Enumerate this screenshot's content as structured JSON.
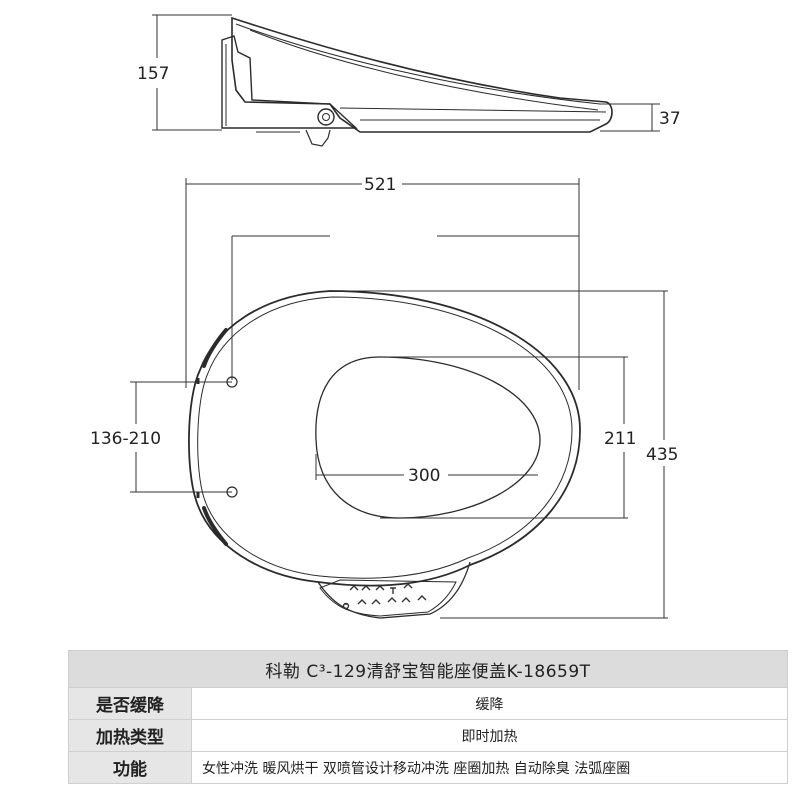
{
  "dimensions": {
    "side_height": "157",
    "front_height": "37",
    "overall_length": "521",
    "hinge_spacing": "136-210",
    "opening_length": "300",
    "opening_width": "211",
    "overall_width": "435"
  },
  "panel": {
    "icons": [
      "toilet-seat-outline",
      "remote-button-glyphs"
    ],
    "colors": {
      "outline": "#2b2b2b",
      "panel_fill": "#efefef"
    }
  },
  "spec": {
    "title": "科勒 C³-129清舒宝智能座便盖K-18659T",
    "rows": [
      {
        "label": "是否缓降",
        "value": "缓降"
      },
      {
        "label": "加热类型",
        "value": "即时加热"
      },
      {
        "label": "功能",
        "value": "女性冲洗 暖风烘干 双喷管设计移动冲洗 座圈加热 自动除臭 法弧座圈"
      }
    ]
  }
}
